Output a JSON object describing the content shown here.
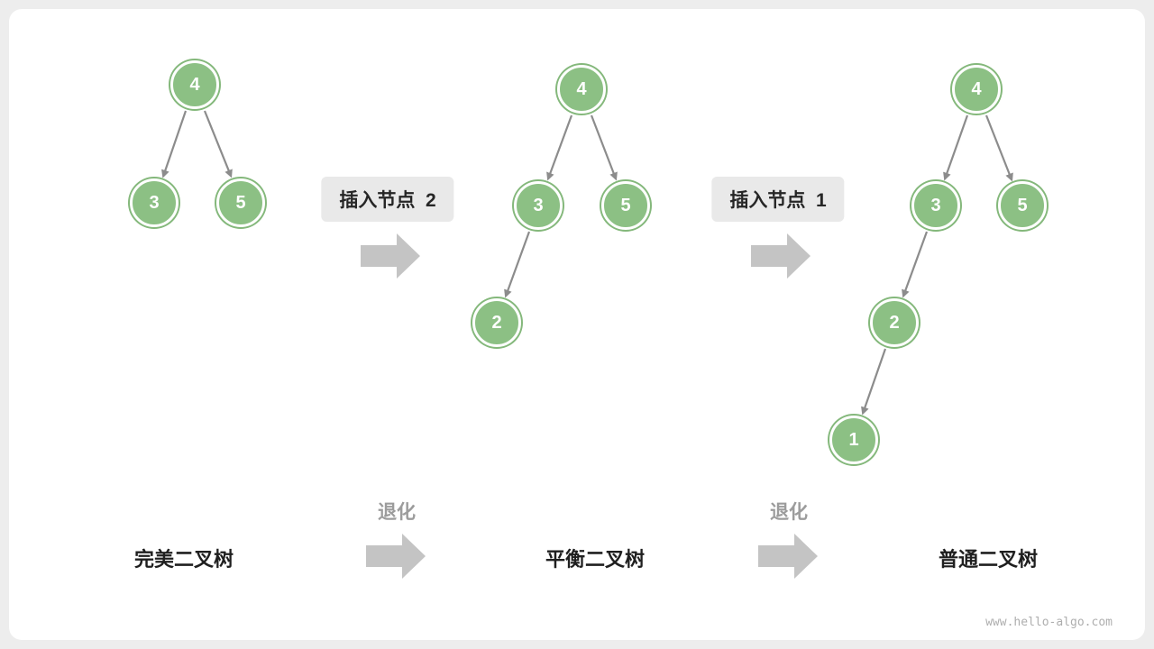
{
  "steps": [
    {
      "label": "插入节点  2"
    },
    {
      "label": "插入节点  1"
    }
  ],
  "degrade": {
    "label": "退化"
  },
  "trees": [
    {
      "caption": "完美二叉树",
      "nodes": [
        {
          "value": "4"
        },
        {
          "value": "3"
        },
        {
          "value": "5"
        }
      ],
      "edges": [
        [
          "4",
          "3"
        ],
        [
          "4",
          "5"
        ]
      ]
    },
    {
      "caption": "平衡二叉树",
      "nodes": [
        {
          "value": "4"
        },
        {
          "value": "3"
        },
        {
          "value": "5"
        },
        {
          "value": "2"
        }
      ],
      "edges": [
        [
          "4",
          "3"
        ],
        [
          "4",
          "5"
        ],
        [
          "3",
          "2"
        ]
      ]
    },
    {
      "caption": "普通二叉树",
      "nodes": [
        {
          "value": "4"
        },
        {
          "value": "3"
        },
        {
          "value": "5"
        },
        {
          "value": "2"
        },
        {
          "value": "1"
        }
      ],
      "edges": [
        [
          "4",
          "3"
        ],
        [
          "4",
          "5"
        ],
        [
          "3",
          "2"
        ],
        [
          "2",
          "1"
        ]
      ]
    }
  ],
  "watermark": "www.hello-algo.com",
  "colors": {
    "page_bg": "#ededed",
    "card_bg": "#ffffff",
    "node_fill": "#8cc084",
    "node_ring": "#84b87b",
    "edge": "#8c8c8c",
    "block_arrow": "#c4c4c4",
    "label_bg": "#e9e9e9",
    "text_dark": "#262626",
    "muted": "#9c9c9c"
  }
}
